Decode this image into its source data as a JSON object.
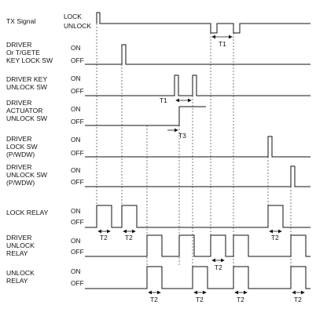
{
  "signals": [
    {
      "name": [
        "TX Signal"
      ],
      "states": [
        "LOCK",
        "UNLOCK"
      ]
    },
    {
      "name": [
        "DRIVER",
        "Or T/GETE",
        "KEY LOCK SW"
      ],
      "states": [
        "ON",
        "OFF"
      ]
    },
    {
      "name": [
        "DRIVER KEY",
        "UNLOCK SW"
      ],
      "states": [
        "ON",
        "OFF"
      ]
    },
    {
      "name": [
        "DRIVER",
        "ACTUATOR",
        "UNLOCK SW"
      ],
      "states": [
        "ON",
        "OFF"
      ]
    },
    {
      "name": [
        "DRIVER",
        "LOCK SW",
        "(P/WDW)"
      ],
      "states": [
        "ON",
        "OFF"
      ]
    },
    {
      "name": [
        "DRIVER",
        "UNLOCK SW",
        "(P/WDW)"
      ],
      "states": [
        "ON",
        "OFF"
      ]
    },
    {
      "name": [
        "LOCK  RELAY"
      ],
      "states": [
        "ON",
        "OFF"
      ]
    },
    {
      "name": [
        "DRIVER",
        "UNLOCK",
        "RELAY"
      ],
      "states": [
        "ON",
        "OFF"
      ]
    },
    {
      "name": [
        "UNLOCK",
        "RELAY"
      ],
      "states": [
        "ON",
        "OFF"
      ]
    }
  ],
  "timing_labels": {
    "t1_tx": "T1",
    "t1_key": "T1",
    "t3": "T3",
    "t2_lock_1": "T2",
    "t2_lock_2": "T2",
    "t2_lock_3": "T2",
    "t2_drv_unlock": "T2",
    "t2_unlock_1": "T2",
    "t2_unlock_2": "T2",
    "t2_unlock_3": "T2",
    "t2_unlock_4": "T2"
  }
}
